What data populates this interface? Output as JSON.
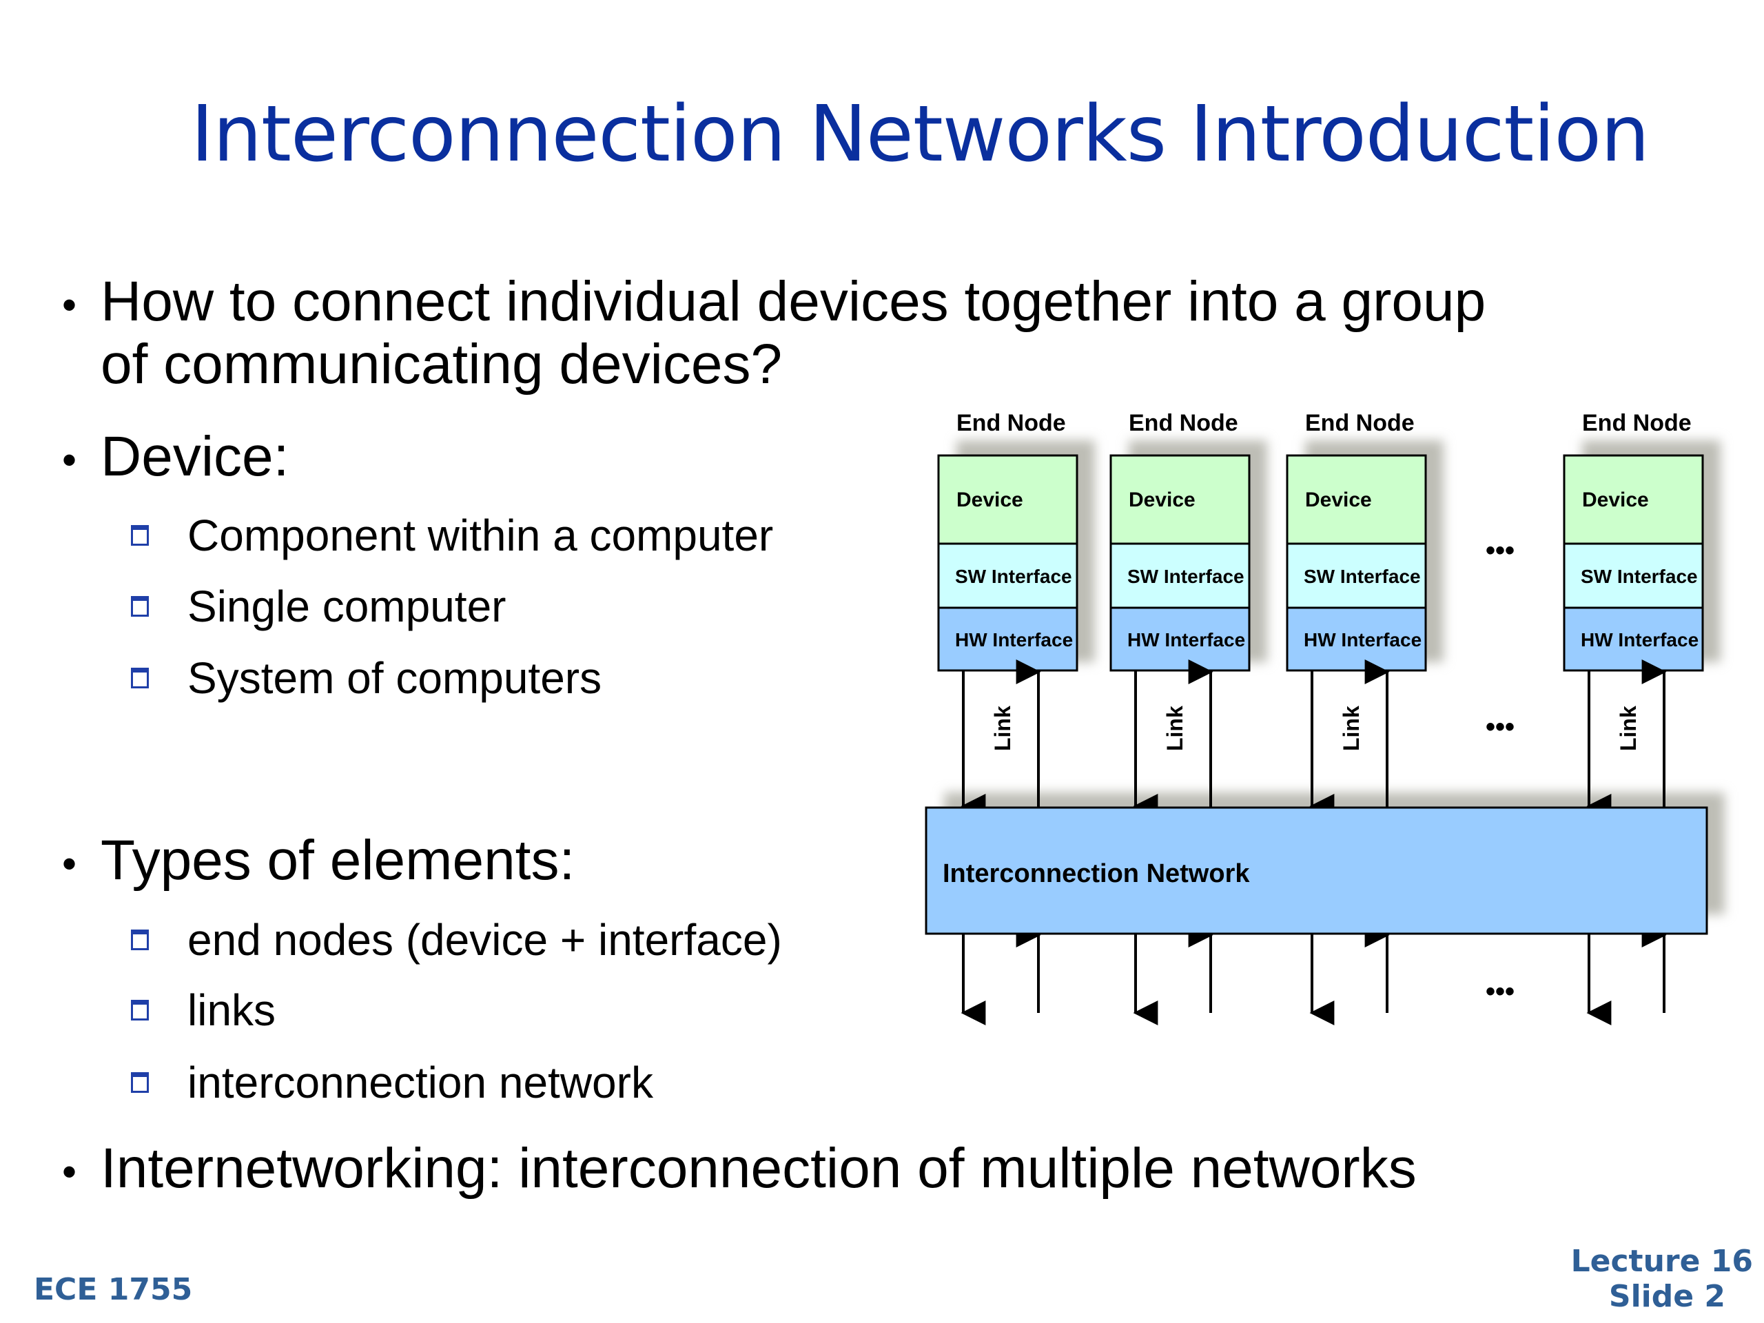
{
  "slide": {
    "title": "Interconnection Networks Introduction",
    "bullets": [
      {
        "line1": "How to connect individual devices together into a group",
        "line2": "of communicating devices?"
      },
      {
        "text": "Device:",
        "subitems": [
          "Component within a computer",
          "Single computer",
          "System of computers"
        ]
      },
      {
        "text": "Types of elements:",
        "subitems": [
          "end nodes (device + interface)",
          "links",
          "interconnection network"
        ]
      },
      {
        "text": "Internetworking: interconnection of multiple networks"
      }
    ],
    "bullet_glyph": "•",
    "footer": {
      "course": "ECE 1755",
      "lecture": "Lecture 16",
      "slide": "Slide 2"
    }
  },
  "diagram": {
    "node_label": "End Node",
    "layers": [
      "Device",
      "SW Interface",
      "HW Interface"
    ],
    "link_label": "Link",
    "network_label": "Interconnection Network",
    "ellipsis": "•••",
    "node_count_shown": 4,
    "colors": {
      "device": "#ccffcc",
      "sw": "#ccffff",
      "hw": "#99ccff",
      "network": "#99ccff",
      "shadow": "#bdbdb5",
      "title": "#0a2f9e",
      "footer": "#2f5f96",
      "sub_bullet": "#1f3fa8"
    }
  }
}
